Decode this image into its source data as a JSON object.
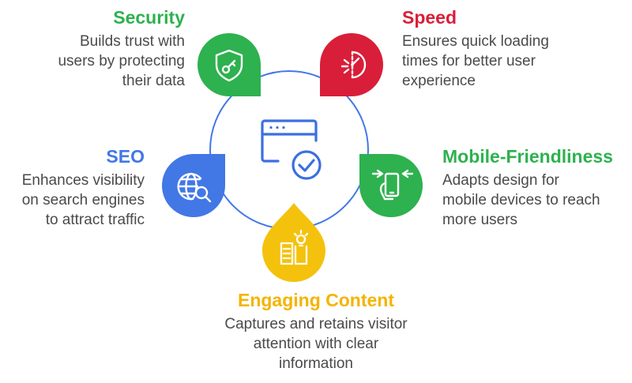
{
  "colors": {
    "security": "#2eb14f",
    "speed": "#d91e39",
    "mobile": "#2eb14f",
    "content": "#f4c20d",
    "seo": "#4277e6",
    "ring": "#4277e6",
    "center_icon": "#3b6fe0"
  },
  "center": {
    "icon": "browser-check-icon"
  },
  "nodes": [
    {
      "id": "security",
      "title": "Security",
      "description": "Builds trust with\nusers by protecting\ntheir data",
      "icon": "shield-key-icon"
    },
    {
      "id": "speed",
      "title": "Speed",
      "description": "Ensures quick loading\ntimes for better user\nexperience",
      "icon": "speedometer-icon"
    },
    {
      "id": "mobile",
      "title": "Mobile-Friendliness",
      "description": "Adapts design for\nmobile devices to reach\nmore users",
      "icon": "mobile-hand-icon"
    },
    {
      "id": "content",
      "title": "Engaging Content",
      "description": "Captures and retains visitor\nattention with clear\ninformation",
      "icon": "book-idea-icon"
    },
    {
      "id": "seo",
      "title": "SEO",
      "description": "Enhances visibility\non search engines\nto attract traffic",
      "icon": "globe-search-icon"
    }
  ]
}
